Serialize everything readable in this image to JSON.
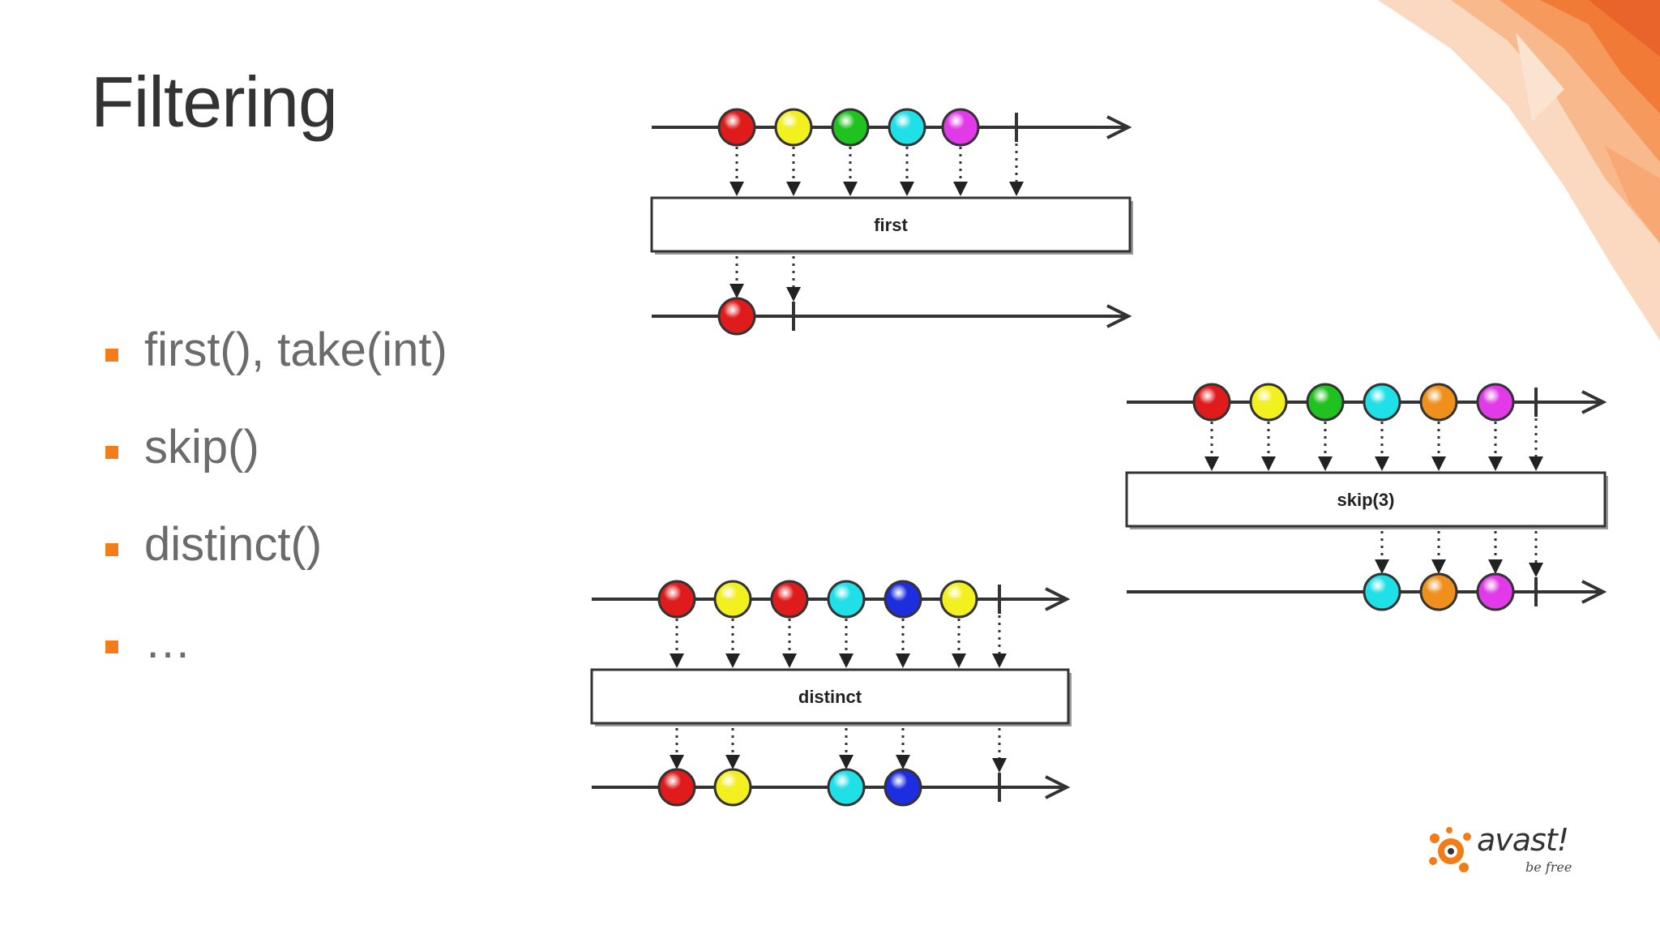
{
  "slide": {
    "title": "Filtering",
    "bullets": [
      "first(), take(int)",
      "skip()",
      "distinct()",
      "…"
    ]
  },
  "diagrams": {
    "first": {
      "label": "first",
      "input": [
        "red",
        "yellow",
        "green",
        "cyan",
        "magenta"
      ],
      "output": [
        "red"
      ]
    },
    "skip": {
      "label": "skip(3)",
      "input": [
        "red",
        "yellow",
        "green",
        "cyan",
        "orange",
        "magenta"
      ],
      "output": [
        "cyan",
        "orange",
        "magenta"
      ]
    },
    "distinct": {
      "label": "distinct",
      "input": [
        "red",
        "yellow",
        "red",
        "cyan",
        "blue",
        "yellow"
      ],
      "output": [
        "red",
        "yellow",
        "cyan",
        "blue"
      ]
    }
  },
  "colors": {
    "accent": "#f27d18",
    "marble_red": "#e01b1b",
    "marble_yellow": "#f2f01e",
    "marble_green": "#1fc21f",
    "marble_cyan": "#1ee0e6",
    "marble_magenta": "#e23ae8",
    "marble_orange": "#f0901c",
    "marble_blue": "#1c2ee0"
  },
  "logo": {
    "wordmark": "avast!",
    "tagline": "be free"
  }
}
